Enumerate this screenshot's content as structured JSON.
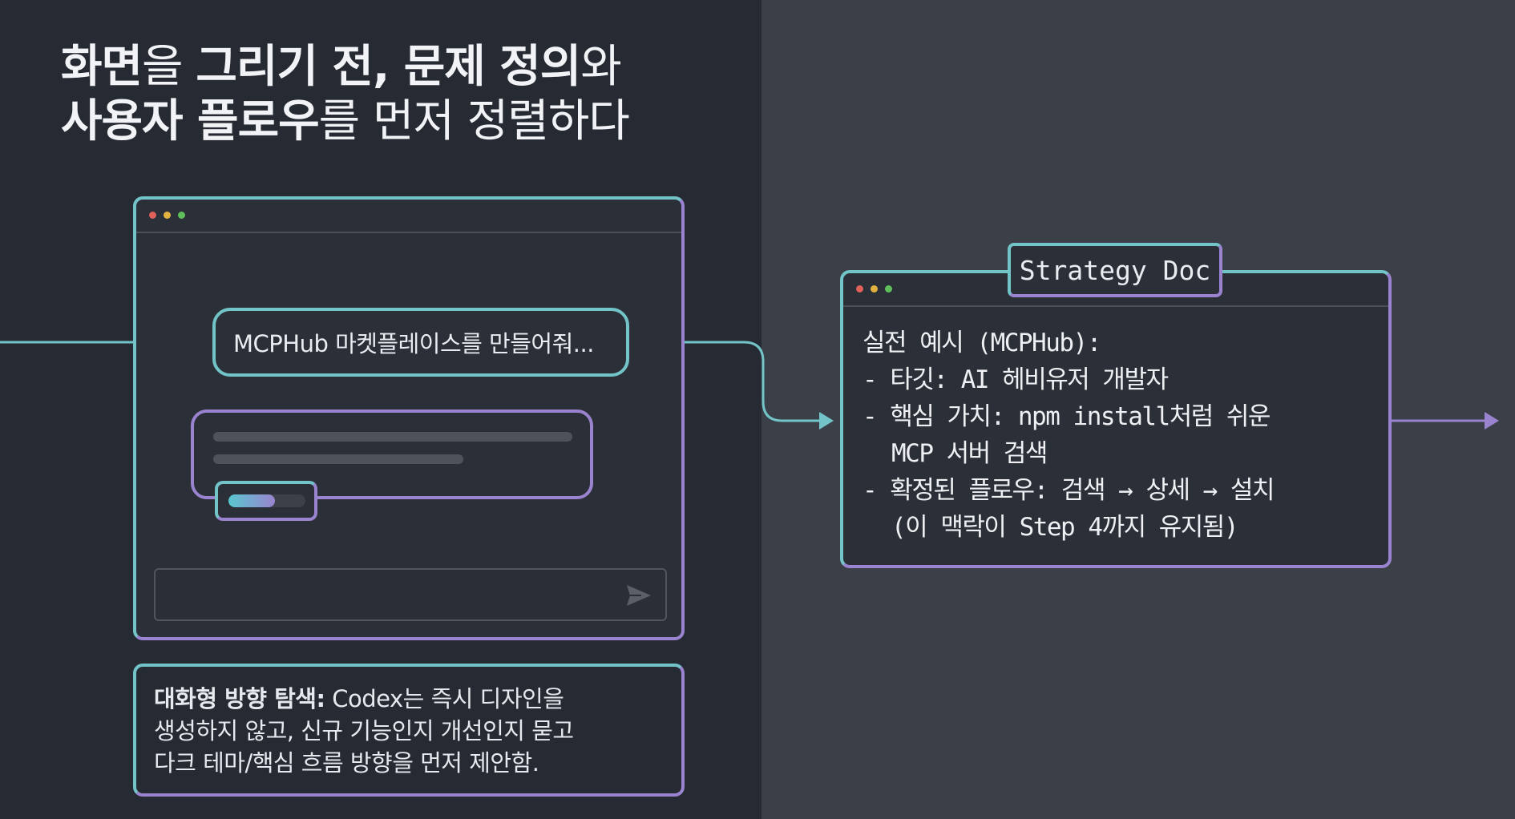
{
  "heading": {
    "line1_bold_a": "화면",
    "line1_normal_a": "을 ",
    "line1_bold_b": "그리기 전, 문제 정의",
    "line1_normal_b": "와",
    "line2_bold": "사용자 플로우",
    "line2_normal": "를 먼저 정렬하다"
  },
  "chat_window": {
    "prompt": "MCPHub 마켓플레이스를 만들어줘...",
    "loading_progress": 0.6
  },
  "callout": {
    "bold": "대화형 방향 탐색:",
    "line1_rest": " Codex는 즉시 디자인을",
    "line2": "생성하지 않고, 신규 기능인지 개선인지 묻고",
    "line3": "다크 테마/핵심 흐름 방향을 먼저 제안함."
  },
  "strategy_doc": {
    "tab_label": "Strategy Doc",
    "lines": [
      "실전 예시 (MCPHub):",
      "- 타깃: AI 헤비유저 개발자",
      "- 핵심 가치: npm install처럼 쉬운",
      "MCP 서버 검색",
      "- 확정된 플로우: 검색 → 상세 → 설치",
      "(이 맥락이 Step 4까지 유지됨)"
    ]
  },
  "icons": {
    "window_dots": [
      "dot-red",
      "dot-yellow",
      "dot-green"
    ],
    "send": "send-arrow-icon"
  },
  "colors": {
    "bg_left": "#262b33",
    "bg_right": "#3b4048",
    "accent_teal": "#73c4c8",
    "accent_purple": "#9a83cf",
    "dot_red": "#e0605a",
    "dot_yellow": "#e3b341",
    "dot_green": "#5fbf5b"
  }
}
